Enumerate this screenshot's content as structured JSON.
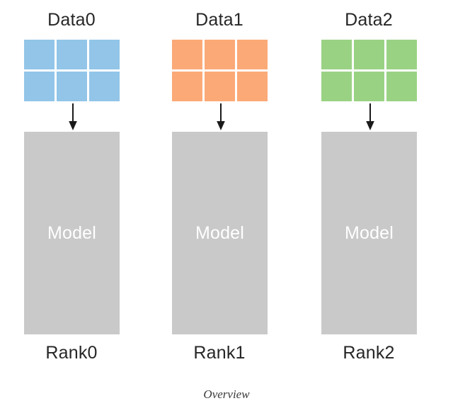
{
  "figure": {
    "caption": "Overview",
    "background_color": "#ffffff"
  },
  "columns": [
    {
      "data_label": "Data0",
      "rank_label": "Rank0",
      "model_label": "Model",
      "grid_color": "#92c5e8",
      "grid_rows": 2,
      "grid_cols": 3,
      "cells": [
        "",
        "",
        "",
        "",
        "",
        ""
      ],
      "model_color": "#c9c9c9",
      "arrow": "down-arrow"
    },
    {
      "data_label": "Data1",
      "rank_label": "Rank1",
      "model_label": "Model",
      "grid_color": "#fba977",
      "grid_rows": 2,
      "grid_cols": 3,
      "cells": [
        "",
        "",
        "",
        "",
        "",
        ""
      ],
      "model_color": "#c9c9c9",
      "arrow": "down-arrow"
    },
    {
      "data_label": "Data2",
      "rank_label": "Rank2",
      "model_label": "Model",
      "grid_color": "#9ad284",
      "grid_rows": 2,
      "grid_cols": 3,
      "cells": [
        "",
        "",
        "",
        "",
        "",
        ""
      ],
      "model_color": "#c9c9c9",
      "arrow": "down-arrow"
    }
  ],
  "colors": {
    "data0": "#92c5e8",
    "data1": "#fba977",
    "data2": "#9ad284",
    "model": "#c9c9c9",
    "text": "#262626",
    "model_text": "#ffffff",
    "arrow": "#1a1a1a"
  }
}
